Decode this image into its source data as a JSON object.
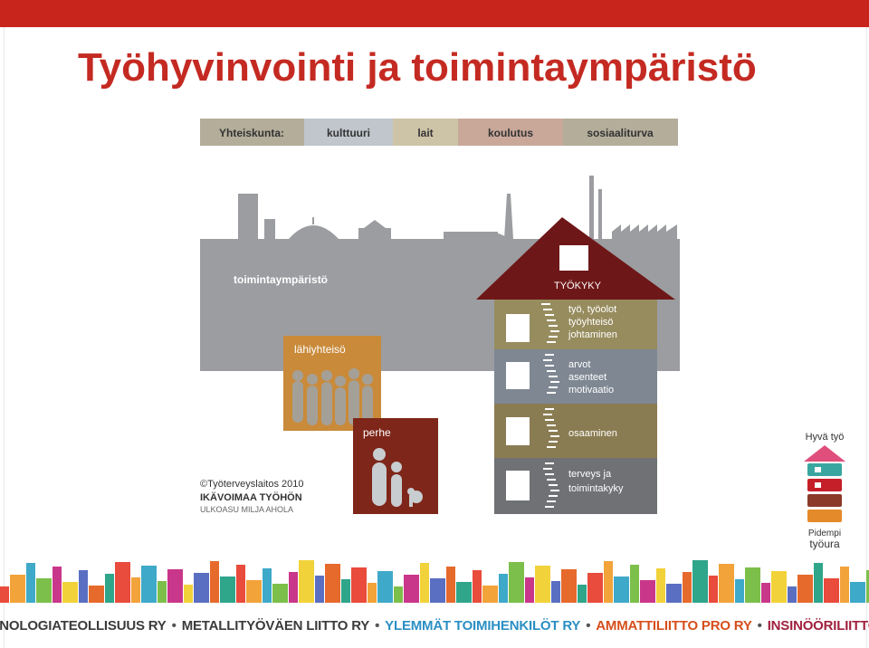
{
  "slide": {
    "title": "Työhyvinvointi ja toimintaympäristö"
  },
  "society_bar": {
    "label": "Yhteiskunta:",
    "items": [
      "kulttuuri",
      "lait",
      "koulutus",
      "sosiaaliturva"
    ],
    "colors": [
      "#c0c6cc",
      "#cdc3a7",
      "#c9a89a",
      "#b3ad9a"
    ]
  },
  "diagram": {
    "environment_label": "toimintaympäristö",
    "roof_label": "TYÖKYKY",
    "floors": [
      {
        "lines": [
          "työ, työolot",
          "työyhteisö",
          "johtaminen"
        ],
        "color": "#978c5e"
      },
      {
        "lines": [
          "arvot",
          "asenteet",
          "motivaatio"
        ],
        "color": "#7e8792"
      },
      {
        "lines": [
          "osaaminen"
        ],
        "color": "#8a7c52"
      },
      {
        "lines": [
          "terveys ja",
          "toimintakyky"
        ],
        "color": "#6f7174"
      }
    ],
    "community_label": "lähiyhteisö",
    "family_label": "perhe",
    "credits": [
      "©Työterveyslaitos 2010",
      "IKÄVOIMAA TYÖHÖN",
      "ULKOASU MILJA AHOLA"
    ],
    "colors": {
      "skyline": "#9b9da0",
      "roof": "#6e1718",
      "community": "#c98a3a",
      "family": "#7e2619"
    }
  },
  "logo": {
    "top": "Hyvä työ",
    "bottom1": "Pidempi",
    "bottom2": "työura"
  },
  "footer": {
    "organizations": [
      {
        "name": "TEKNOLOGIATEOLLISUUS RY",
        "color": "#3b3b3b"
      },
      {
        "name": "METALLITYÖVÄEN LIITTO RY",
        "color": "#3b3b3b"
      },
      {
        "name": "YLEMMÄT TOIMIHENKILÖT RY",
        "color": "#2b8fc4"
      },
      {
        "name": "AMMATTILIITTO PRO RY",
        "color": "#d64f1c"
      },
      {
        "name": "INSINÖÖRILIITTO RY",
        "color": "#a0213d"
      }
    ]
  }
}
